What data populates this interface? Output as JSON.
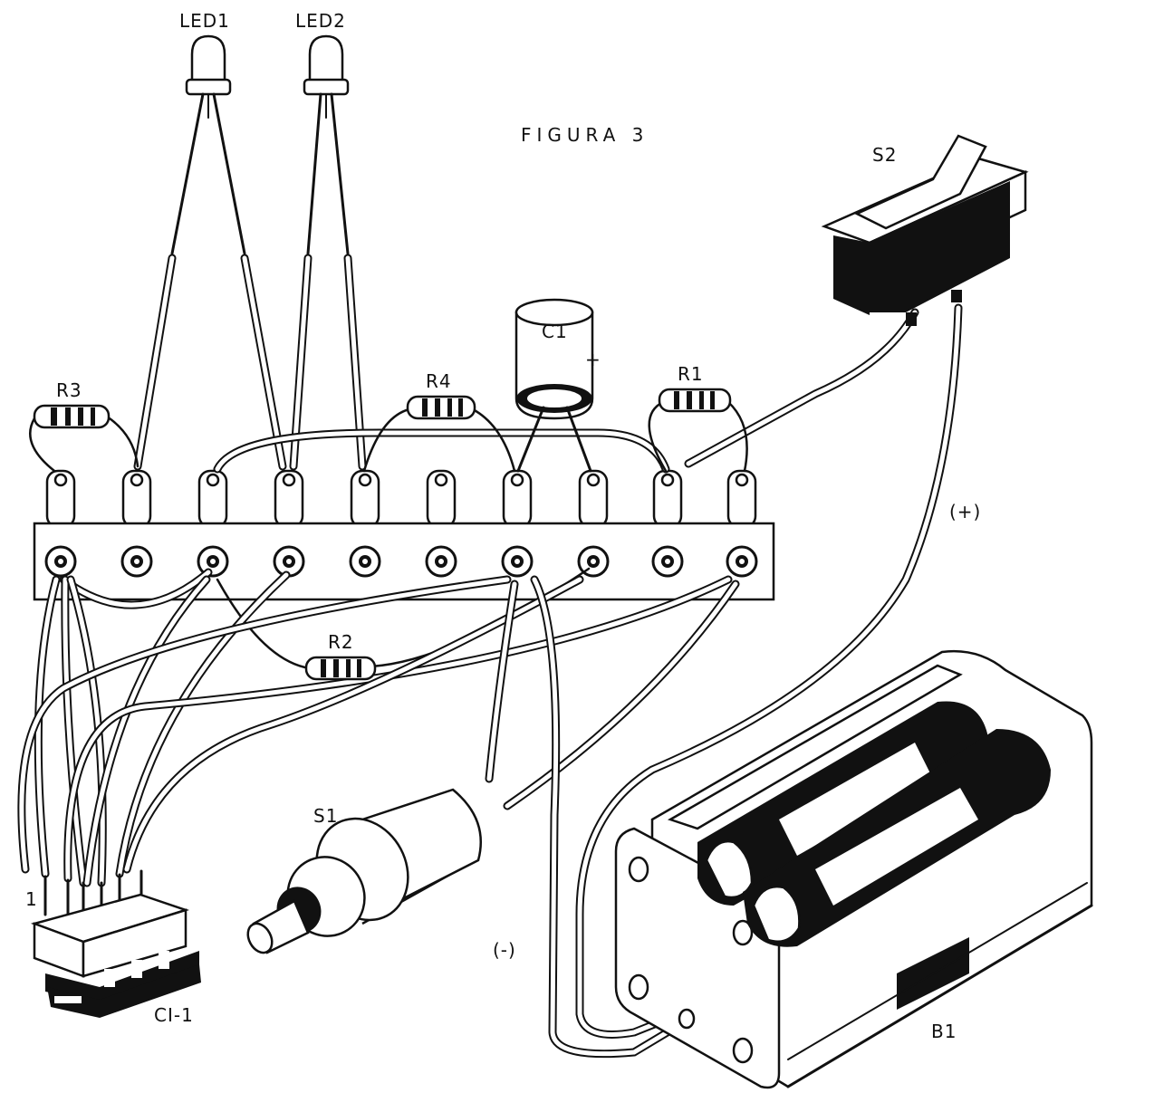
{
  "figure": {
    "title": "FIGURA 3"
  },
  "labels": {
    "led1": "LED1",
    "led2": "LED2",
    "c1": "C1",
    "c1_plus": "+",
    "s2": "S2",
    "r1": "R1",
    "r2": "R2",
    "r3": "R3",
    "r4": "R4",
    "s1": "S1",
    "ci1": "CI-1",
    "ci1_pin": "1",
    "b1": "B1",
    "plus": "(+)",
    "minus": "(-)"
  },
  "colors": {
    "ink": "#111111",
    "paper": "#ffffff"
  }
}
